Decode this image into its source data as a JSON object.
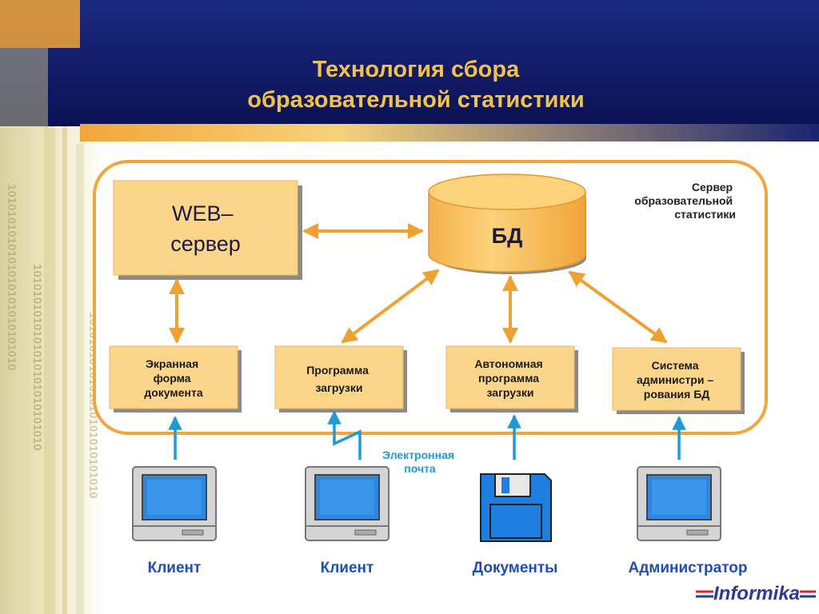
{
  "title": {
    "line1": "Технология  сбора",
    "line2": "образовательной  статистики"
  },
  "server_caption": {
    "line1": "Сервер",
    "line2": "образовательной",
    "line3": "статистики"
  },
  "web_server": {
    "line1": "WEB–",
    "line2": "сервер"
  },
  "database": {
    "label": "БД"
  },
  "modules": [
    {
      "lines": [
        "Экранная",
        "форма",
        "документа"
      ]
    },
    {
      "lines": [
        "Программа",
        "загрузки"
      ]
    },
    {
      "lines": [
        "Автономная",
        "программа",
        "загрузки"
      ]
    },
    {
      "lines": [
        "Система",
        "администри –",
        "рования БД"
      ]
    }
  ],
  "email_label": {
    "line1": "Электронная",
    "line2": "почта"
  },
  "clients": [
    {
      "label": "Клиент",
      "icon": "computer-icon"
    },
    {
      "label": "Клиент",
      "icon": "computer-icon"
    },
    {
      "label": "Документы",
      "icon": "floppy-disk-icon"
    },
    {
      "label": "Администратор",
      "icon": "computer-icon"
    }
  ],
  "logo": {
    "text": "Informika"
  },
  "background_digits": "1010101010101010101010101010",
  "colors": {
    "header_navy": "#0e1760",
    "title_gold": "#f3c24a",
    "box_fill": "#fbd58a",
    "outline_orange": "#f2a53a",
    "arrow_orange": "#f0a030",
    "arrow_blue": "#1e9ad6",
    "screen_blue": "#2f86e0"
  }
}
